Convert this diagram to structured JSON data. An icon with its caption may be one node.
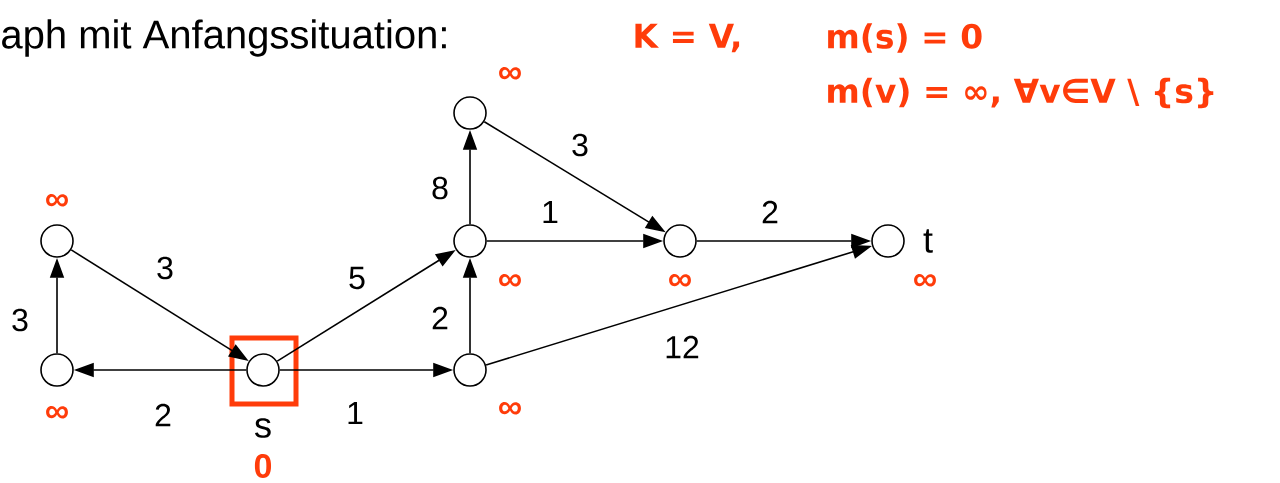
{
  "diagram": {
    "title": "aph mit Anfangssituation:",
    "nodes": [
      {
        "text": [],
        "shape": "circle",
        "beside": [
          "∞"
        ]
      },
      {
        "text": [],
        "shape": "circle",
        "beside": [
          "∞"
        ]
      },
      {
        "text": [],
        "shape": "circle",
        "beside": [
          "s",
          "0"
        ]
      },
      {
        "text": [],
        "shape": "circle",
        "beside": [
          "∞"
        ]
      },
      {
        "text": [],
        "shape": "circle",
        "beside": [
          "∞"
        ]
      },
      {
        "text": [],
        "shape": "circle",
        "beside": [
          "∞"
        ]
      },
      {
        "text": [],
        "shape": "circle",
        "beside": [
          "∞"
        ]
      },
      {
        "text": [],
        "shape": "circle",
        "beside": [
          "t",
          "∞"
        ]
      }
    ],
    "edges": [
      {
        "from": 1,
        "to": 0,
        "arrow": "to",
        "label": "3"
      },
      {
        "from": 0,
        "to": 2,
        "arrow": "to",
        "label": "3"
      },
      {
        "from": 2,
        "to": 1,
        "arrow": "to",
        "label": "2"
      },
      {
        "from": 2,
        "to": 3,
        "arrow": "to",
        "label": "5"
      },
      {
        "from": 2,
        "to": 4,
        "arrow": "to",
        "label": "1"
      },
      {
        "from": 4,
        "to": 3,
        "arrow": "to",
        "label": "2"
      },
      {
        "from": 3,
        "to": 5,
        "arrow": "to",
        "label": "8"
      },
      {
        "from": 3,
        "to": 6,
        "arrow": "to",
        "label": "1"
      },
      {
        "from": 5,
        "to": 6,
        "arrow": "to",
        "label": "3"
      },
      {
        "from": 6,
        "to": 7,
        "arrow": "to",
        "label": "2"
      },
      {
        "from": 4,
        "to": 7,
        "arrow": "to",
        "label": "12"
      }
    ],
    "labels": [
      "K = V,",
      "m(s) = 0",
      "m(v) = ∞, ∀v∈V \\ {s}"
    ]
  }
}
